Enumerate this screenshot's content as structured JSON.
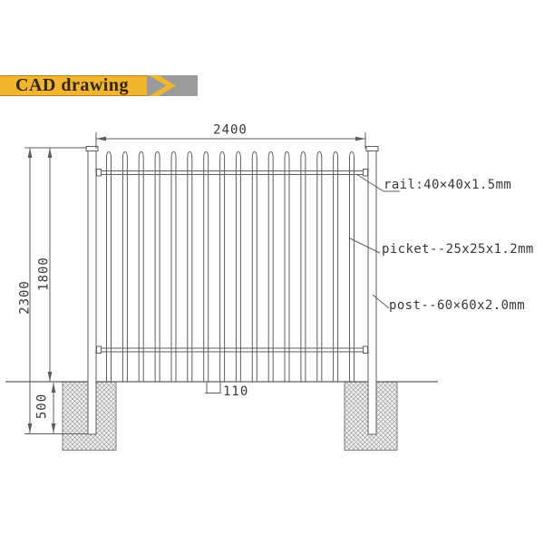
{
  "banner": {
    "title": "CAD drawing"
  },
  "theme": {
    "banner_yellow": "#f1b52e",
    "banner_gray": "#9b9b9b",
    "banner_text_color": "#32250a",
    "line_color": "#5e5e5e",
    "text_color": "#383838"
  },
  "drawing": {
    "dimensions": {
      "panel_width": "2400",
      "total_height": "2300",
      "panel_height": "1800",
      "footing_depth": "500",
      "picket_spacing": "110"
    },
    "labels": {
      "rail": "rail:40×40x1.5mm",
      "picket": "picket--25x25x1.2mm",
      "post": "post--60×60x2.0mm"
    },
    "fence": {
      "picket_count": 16
    }
  }
}
